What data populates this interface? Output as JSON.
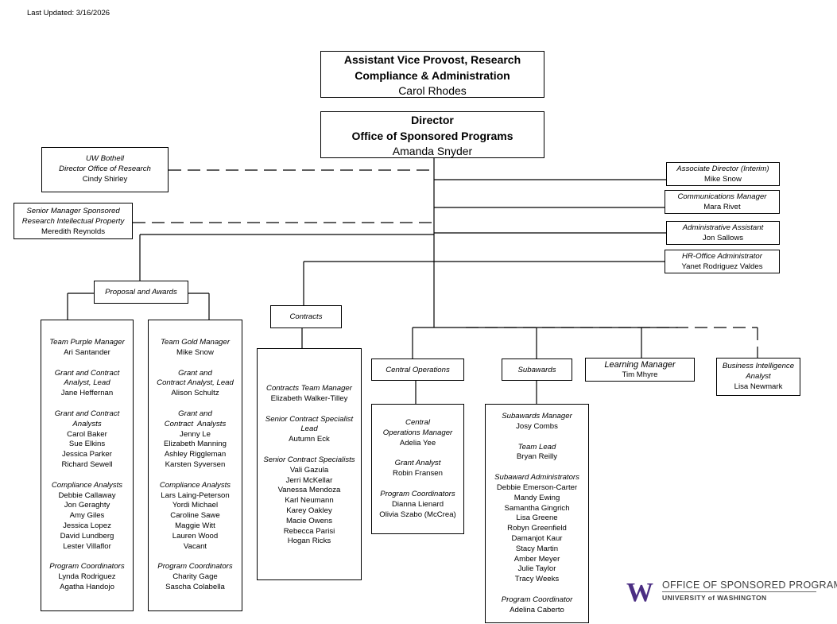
{
  "last_updated": "Last Updated: 3/16/2026",
  "top": {
    "title_line1": "Assistant Vice Provost, Research",
    "title_line2": "Compliance & Administration",
    "name": "Carol Rhodes"
  },
  "director": {
    "title_line1": "Director",
    "title_line2": "Office of Sponsored Programs",
    "name": "Amanda Snyder"
  },
  "dotted_left": [
    {
      "line1": "UW Bothell",
      "line2": "Director Office of Research",
      "name": "Cindy Shirley"
    },
    {
      "line1": "Senior Manager Sponsored",
      "line2": "Research Intellectual Property",
      "name": "Meredith Reynolds"
    }
  ],
  "right_staff": [
    {
      "title": "Associate Director (Interim)",
      "name": "Mike Snow"
    },
    {
      "title": "Communications Manager",
      "name": "Mara Rivet"
    },
    {
      "title": "Administrative Assistant",
      "name": "Jon Sallows"
    },
    {
      "title": "HR-Office Administrator",
      "name": "Yanet Rodriguez Valdes"
    }
  ],
  "units": {
    "proposal": "Proposal and Awards",
    "contracts": "Contracts",
    "central": "Central Operations",
    "subawards": "Subawards"
  },
  "learning": {
    "title": "Learning Manager",
    "name": "Tim Mhyre"
  },
  "bi": {
    "title_line1": "Business Intelligence",
    "title_line2": "Analyst",
    "name": "Lisa Newmark"
  },
  "purple": {
    "manager_title": "Team Purple Manager",
    "manager": "Ari Santander",
    "lead_title1": "Grant and Contract",
    "lead_title2": "Analyst, Lead",
    "lead": "Jane Heffernan",
    "analysts_title1": "Grant and Contract",
    "analysts_title2": "Analysts",
    "analysts": [
      "Carol Baker",
      "Sue Elkins",
      "Jessica Parker",
      "Richard Sewell"
    ],
    "compliance_title": "Compliance Analysts",
    "compliance": [
      "Debbie Callaway",
      "Jon Geraghty",
      "Amy Giles",
      "Jessica Lopez",
      "David Lundberg",
      "Lester Villaflor"
    ],
    "coord_title": "Program Coordinators",
    "coord": [
      "Lynda Rodriguez",
      "Agatha Handojo"
    ]
  },
  "gold": {
    "manager_title": "Team Gold Manager",
    "manager": "Mike Snow",
    "lead_title1": "Grant and",
    "lead_title2": "Contract Analyst, Lead",
    "lead": "Alison Schultz",
    "analysts_title1": "Grant and",
    "analysts_title2": "Contract  Analysts",
    "analysts": [
      "Jenny Le",
      "Elizabeth Manning",
      "Ashley Riggleman",
      "Karsten Syversen"
    ],
    "compliance_title": "Compliance Analysts",
    "compliance": [
      "Lars Laing-Peterson",
      "Yordi Michael",
      "Caroline Sawe",
      "Maggie Witt",
      "Lauren Wood",
      "Vacant"
    ],
    "coord_title": "Program Coordinators",
    "coord": [
      "Charity Gage",
      "Sascha Colabella"
    ]
  },
  "contracts": {
    "manager_title": "Contracts Team Manager",
    "manager": "Elizabeth Walker-Tilley",
    "lead_title1": "Senior Contract Specialist",
    "lead_title2": "Lead",
    "lead": "Autumn Eck",
    "specialists_title": "Senior Contract Specialists",
    "specialists": [
      "Vali Gazula",
      "Jerri McKellar",
      "Vanessa Mendoza",
      "Karl Neumann",
      "Karey Oakley",
      "Macie Owens",
      "Rebecca Parisi",
      "Hogan Ricks"
    ]
  },
  "central": {
    "manager_title1": "Central",
    "manager_title2": "Operations Manager",
    "manager": "Adelia Yee",
    "analyst_title": "Grant Analyst",
    "analyst": "Robin Fransen",
    "coord_title": "Program Coordinators",
    "coord": [
      "Dianna Lienard",
      "Olivia Szabo (McCrea)"
    ]
  },
  "subawards": {
    "manager_title": "Subawards Manager",
    "manager": "Josy Combs",
    "lead_title": "Team Lead",
    "lead": "Bryan Reilly",
    "admins_title": "Subaward Administrators",
    "admins": [
      "Debbie Emerson-Carter",
      "Mandy Ewing",
      "Samantha Gingrich",
      "Lisa Greene",
      "Robyn Greenfield",
      "Damanjot Kaur",
      "Stacy Martin",
      "Amber Meyer",
      "Julie Taylor",
      "Tracy Weeks"
    ],
    "coord_title": "Program Coordinator",
    "coord": "Adelina Caberto"
  },
  "logo": {
    "line1": "OFFICE OF SPONSORED PROGRAMS",
    "line2": "UNIVERSITY of WASHINGTON",
    "mark": "W",
    "mark_color": "#4b2e83"
  }
}
